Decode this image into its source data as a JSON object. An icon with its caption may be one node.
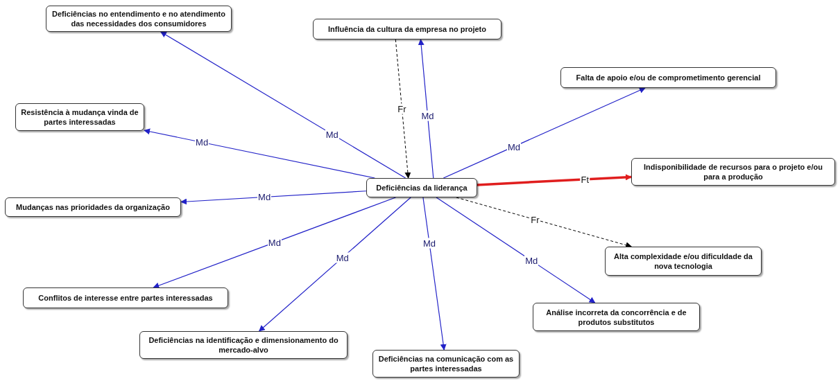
{
  "diagram": {
    "nodes": [
      {
        "text": [
          "Deficiências da liderança"
        ]
      },
      {
        "text": [
          "Deficiências no entendimento e no atendimento das necessidades dos consumidores"
        ]
      },
      {
        "text": [
          "Influência da cultura da empresa no projeto"
        ]
      },
      {
        "text": [
          "Falta de apoio e/ou de comprometimento gerencial"
        ]
      },
      {
        "text": [
          "Resistência à mudança vinda de partes interessadas"
        ]
      },
      {
        "text": [
          "Indisponibilidade de recursos para o projeto e/ou para a produção"
        ]
      },
      {
        "text": [
          "Mudanças nas prioridades da organização"
        ]
      },
      {
        "text": [
          "Alta complexidade e/ou dificuldade da nova tecnologia"
        ]
      },
      {
        "text": [
          "Conflitos de interesse entre partes interessadas"
        ]
      },
      {
        "text": [
          "Análise incorreta da concorrência e de produtos substitutos"
        ]
      },
      {
        "text": [
          "Deficiências na identificação e dimensionamento do mercado-alvo"
        ]
      },
      {
        "text": [
          "Deficiências na comunicação com as partes interessadas"
        ]
      }
    ],
    "edges": [
      {
        "from": 0,
        "to": 1,
        "arrow": "to",
        "label": "Md"
      },
      {
        "from": 2,
        "to": 0,
        "arrow": "to",
        "label": "Fr",
        "style": "dashed",
        "color": "#000000"
      },
      {
        "from": 0,
        "to": 2,
        "arrow": "to",
        "label": "Md"
      },
      {
        "from": 0,
        "to": 3,
        "arrow": "to",
        "label": "Md"
      },
      {
        "from": 0,
        "to": 4,
        "arrow": "to",
        "label": "Md"
      },
      {
        "from": 0,
        "to": 5,
        "arrow": "to",
        "label": "Ft",
        "style": "thick",
        "color": "#e01e1e"
      },
      {
        "from": 0,
        "to": 6,
        "arrow": "to",
        "label": "Md"
      },
      {
        "from": 0,
        "to": 7,
        "arrow": "to",
        "label": "Fr",
        "style": "dashed",
        "color": "#000000"
      },
      {
        "from": 0,
        "to": 8,
        "arrow": "to",
        "label": "Md"
      },
      {
        "from": 0,
        "to": 10,
        "arrow": "to",
        "label": "Md"
      },
      {
        "from": 0,
        "to": 11,
        "arrow": "to",
        "label": "Md"
      },
      {
        "from": 0,
        "to": 9,
        "arrow": "to",
        "label": "Md"
      }
    ]
  }
}
